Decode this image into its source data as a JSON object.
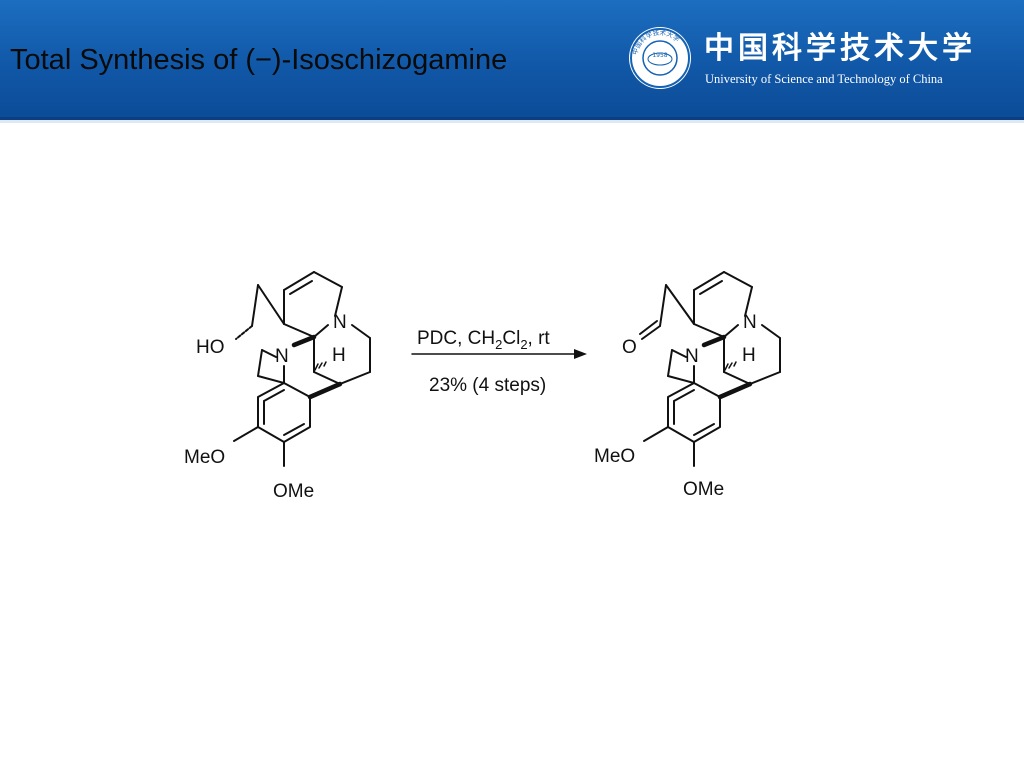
{
  "slide": {
    "title": "Total Synthesis of (−)-Isoschizogamine"
  },
  "header": {
    "university_cn": "中国科学技术大学",
    "university_en": "University of Science and Technology of China",
    "seal": {
      "icon": "university-seal-icon",
      "year": "1958",
      "ring_text": "中国科学技术大学"
    },
    "colors": {
      "band": "#1462b3",
      "band_dark": "#0a3f82"
    }
  },
  "scheme": {
    "starting_material": {
      "labels": {
        "ho": "HO",
        "n_top": "N",
        "n_mid": "N",
        "h": "H",
        "meo": "MeO",
        "ome": "OMe"
      }
    },
    "reaction": {
      "reagents_prefix": "PDC, CH",
      "sub1": "2",
      "reagents_mid": "Cl",
      "sub2": "2",
      "reagents_suffix": ", rt",
      "yield": "23% (4 steps)"
    },
    "product": {
      "labels": {
        "o": "O",
        "n_top": "N",
        "n_mid": "N",
        "h": "H",
        "meo": "MeO",
        "ome": "OMe"
      }
    }
  }
}
